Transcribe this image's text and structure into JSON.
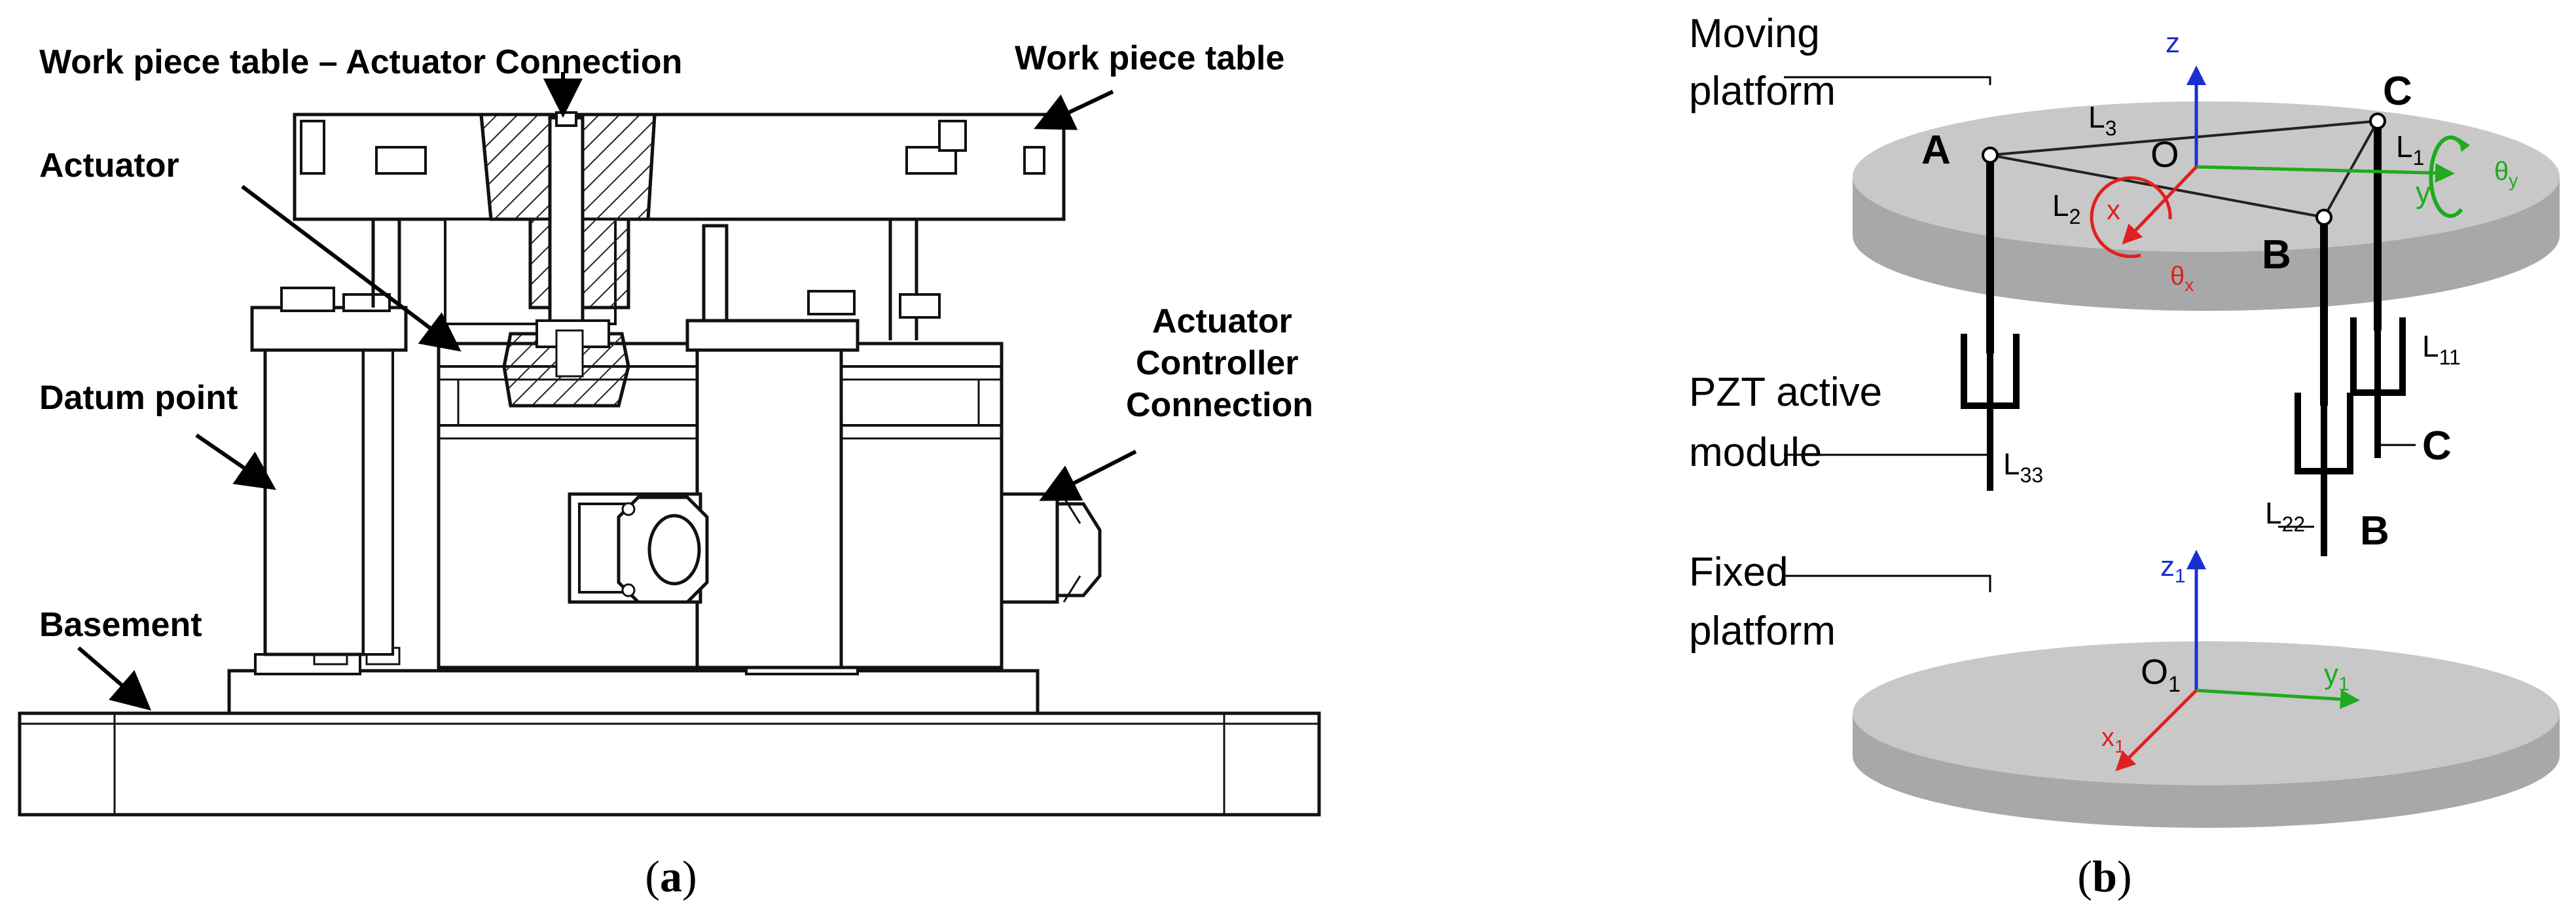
{
  "panel_a": {
    "caption": "a",
    "labels": {
      "wp_actuator_connection": "Work piece table – Actuator Connection",
      "work_piece_table": "Work piece table",
      "actuator": "Actuator",
      "actuator_controller_1": "Actuator",
      "actuator_controller_2": "Controller",
      "actuator_controller_3": "Connection",
      "datum_point": "Datum point",
      "basement": "Basement"
    }
  },
  "panel_b": {
    "caption": "b",
    "labels": {
      "moving_1": "Moving",
      "moving_2": "platform",
      "pzt_1": "PZT active",
      "pzt_2": "module",
      "fixed_1": "Fixed",
      "fixed_2": "platform",
      "point_a": "A",
      "point_b": "B",
      "point_c": "C",
      "origin": "O",
      "origin1_base": "O",
      "origin1_sub": "1",
      "l1_base": "L",
      "l1_sub": "1",
      "l2_base": "L",
      "l2_sub": "2",
      "l3_base": "L",
      "l3_sub": "3",
      "l11_base": "L",
      "l11_sub": "11",
      "l22_base": "L",
      "l22_sub": "22",
      "l33_base": "L",
      "l33_sub": "33",
      "leg_b": "B",
      "leg_c": "C",
      "axis_x": "x",
      "axis_y": "y",
      "axis_z": "z",
      "axis_x1_base": "x",
      "axis_x1_sub": "1",
      "axis_y1_base": "y",
      "axis_y1_sub": "1",
      "axis_z1_base": "z",
      "axis_z1_sub": "1",
      "theta_x_base": "θ",
      "theta_x_sub": "x",
      "theta_y_base": "θ",
      "theta_y_sub": "y"
    },
    "colors": {
      "x_axis": "#e02020",
      "y_axis": "#1faa1f",
      "z_axis": "#1a2fd0",
      "platform": "#c8c8c8",
      "platform_side": "#a8a8a8"
    }
  }
}
